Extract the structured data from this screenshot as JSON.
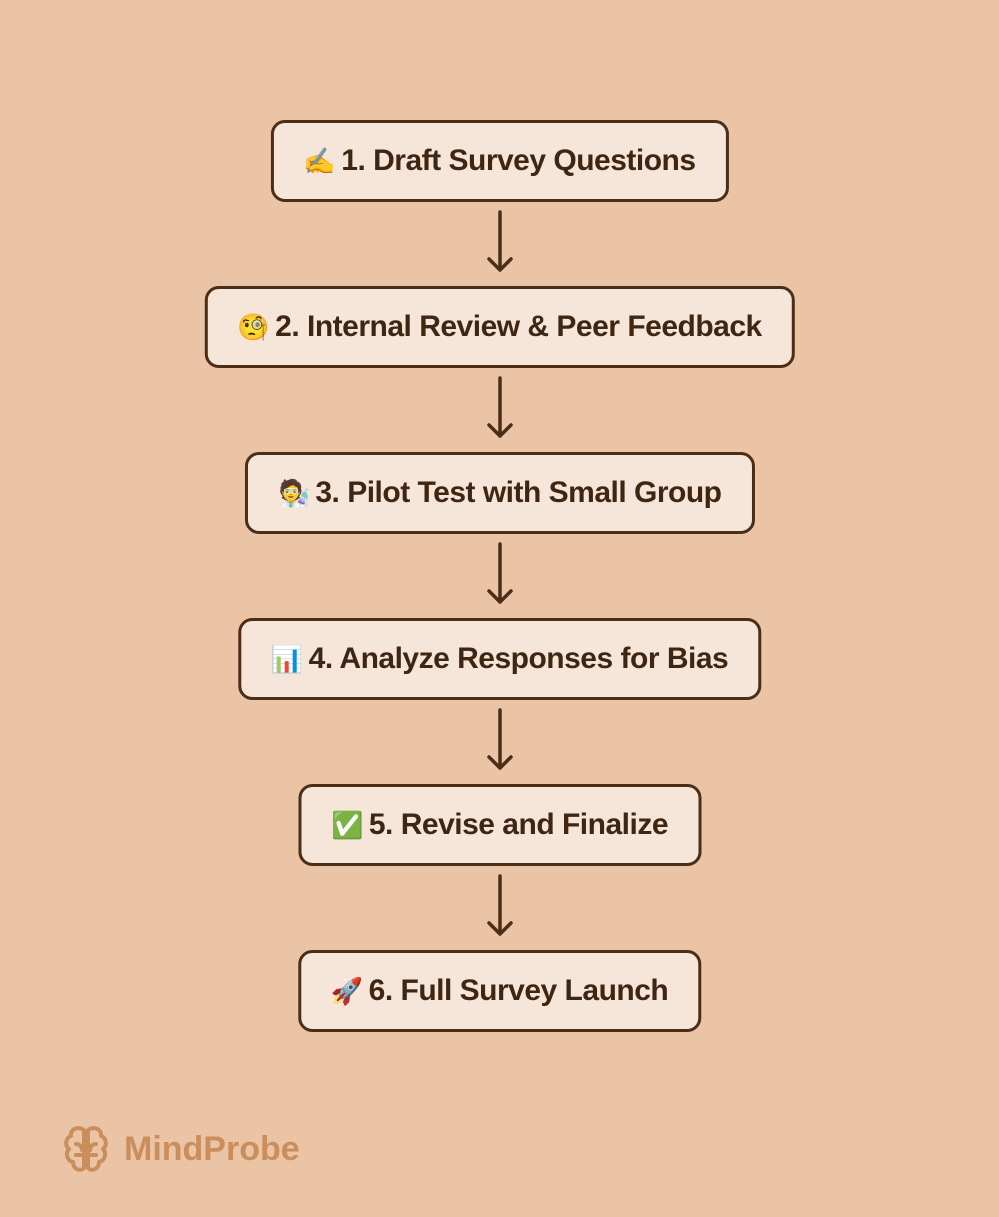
{
  "steps": [
    {
      "icon": "✍️",
      "label": "1. Draft Survey Questions"
    },
    {
      "icon": "🧐",
      "label": "2. Internal Review & Peer Feedback"
    },
    {
      "icon": "🧑‍🔬",
      "label": "3. Pilot Test with Small Group"
    },
    {
      "icon": "📊",
      "label": "4. Analyze Responses for Bias"
    },
    {
      "icon": "✅",
      "label": "5. Revise and Finalize"
    },
    {
      "icon": "🚀",
      "label": "6. Full Survey Launch"
    }
  ],
  "brand": {
    "name": "MindProbe",
    "color": "#c98e5c"
  },
  "colors": {
    "background": "#ebc4a6",
    "box_fill": "#f6e6da",
    "stroke": "#4a2e18"
  }
}
